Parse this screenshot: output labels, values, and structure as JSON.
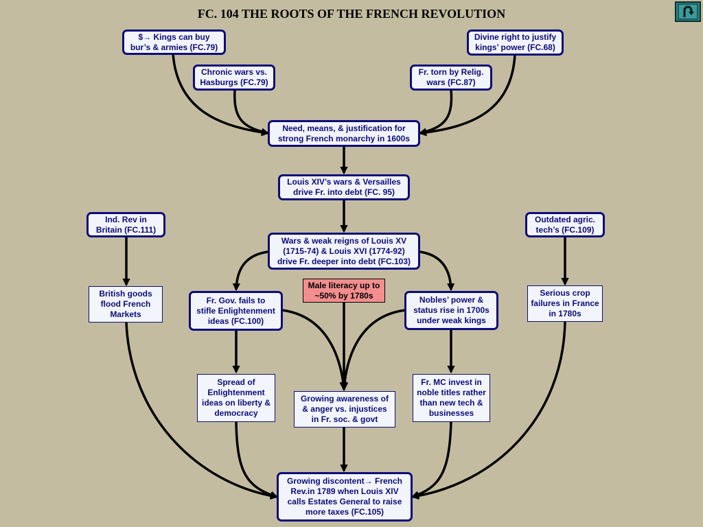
{
  "title": "FC. 104 THE ROOTS OF THE FRENCH REVOLUTION",
  "nodes": {
    "kings_buy": "$→ Kings can buy\nbur’s & armies (FC.79)",
    "divine_right": "Divine right to justify\nkings’ power (FC.68)",
    "chronic_wars": "Chronic wars vs.\nHasburgs (FC.79)",
    "relig_wars": "Fr. torn by Relig.\nwars (FC.87)",
    "need_means": "Need, means, & justification for\nstrong French monarchy in 1600s",
    "louis_xiv": "Louis XIV’s wars & Versailles\ndrive Fr. into debt (FC. 95)",
    "ind_rev": "Ind. Rev in\nBritain  (FC.111)",
    "outdated_agric": "Outdated agric.\ntech’s (FC.109)",
    "wars_weak": "Wars & weak reigns of Louis XV\n(1715-74) & Louis XVI (1774-92)\ndrive Fr. deeper into debt (FC.103)",
    "male_literacy": "Male literacy up to\n~50% by 1780s",
    "british_goods": "British goods\nflood French\nMarkets",
    "gov_fails": "Fr. Gov. fails to\nstifle Enlightenment\nideas (FC.100)",
    "nobles_power": "Nobles’ power &\nstatus rise in 1700s\nunder weak kings",
    "crop_failures": "Serious crop\nfailures in France\nin 1780s",
    "spread_enlight": "Spread of\nEnlightenment\nideas on  liberty &\ndemocracy",
    "awareness": "Growing awareness of\n& anger vs. injustices\nin Fr. soc. & govt",
    "mc_invest": "Fr. MC invest in\nnoble titles rather\nthan new tech &\nbusinesses",
    "discontent": "Growing discontent→ French\nRev.in 1789 when Louis XIV\ncalls Estates General to raise\nmore taxes (FC.105)"
  }
}
